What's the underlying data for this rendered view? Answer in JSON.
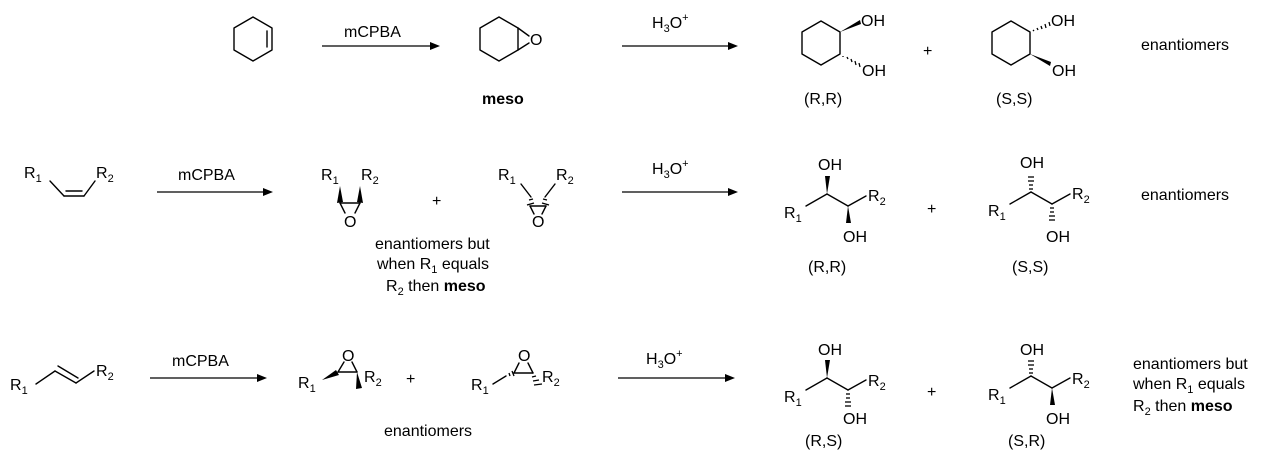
{
  "reagents": {
    "oxidant": "mCPBA",
    "acid_base": "H",
    "acid_sub": "3",
    "acid_end": "O",
    "acid_sup": "+"
  },
  "atoms": {
    "O": "O",
    "OH": "OH",
    "R": "R",
    "sub1": "1",
    "sub2": "2"
  },
  "signs": {
    "plus": "+"
  },
  "row1": {
    "epoxide_label": "meso",
    "product1_config": "(R,R)",
    "product2_config": "(S,S)",
    "relationship": "enantiomers"
  },
  "row2": {
    "epoxide_note_line1": "enantiomers but",
    "epoxide_note_line2_pre": "when R",
    "epoxide_note_line2_sub": "1",
    "epoxide_note_line2_post": " equals",
    "epoxide_note_line3_pre": "R",
    "epoxide_note_line3_sub": "2",
    "epoxide_note_line3_mid": " then ",
    "epoxide_note_line3_bold": "meso",
    "product1_config": "(R,R)",
    "product2_config": "(S,S)",
    "relationship": "enantiomers"
  },
  "row3": {
    "epoxide_note": "enantiomers",
    "product1_config": "(R,S)",
    "product2_config": "(S,R)",
    "relationship_line1": "enantiomers but",
    "relationship_line2_pre": "when R",
    "relationship_line2_sub": "1",
    "relationship_line2_post": " equals",
    "relationship_line3_pre": "R",
    "relationship_line3_sub": "2",
    "relationship_line3_mid": " then ",
    "relationship_line3_bold": "meso"
  }
}
